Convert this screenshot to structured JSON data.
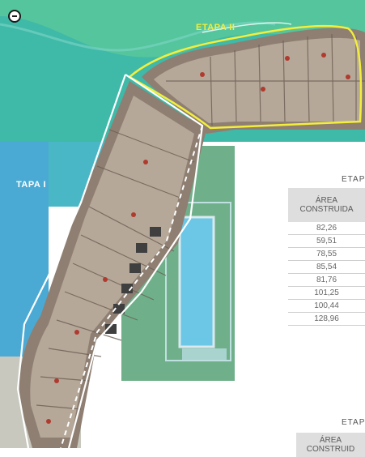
{
  "labels": {
    "etapa_ii": "ETAPA II",
    "etapa_i": "TAPA I"
  },
  "table1": {
    "title": "ETAP",
    "header_line1": "ÁREA",
    "header_line2": "CONSTRUIDA",
    "rows": [
      "82,26",
      "59,51",
      "78,55",
      "85,54",
      "81,76",
      "101,25",
      "100,44",
      "128,96"
    ]
  },
  "table2": {
    "title": "ETAP",
    "header_line1": "ÁREA",
    "header_line2": "CONSTRUID"
  },
  "colors": {
    "water": "#3fb9a8",
    "pool": "#6cc6e6",
    "boundary_etapa_ii": "#f3ee3c",
    "boundary_etapa_i": "#ffffff",
    "table_header_bg": "#dedede"
  },
  "icons": {
    "compass": "north-arrow-icon"
  }
}
